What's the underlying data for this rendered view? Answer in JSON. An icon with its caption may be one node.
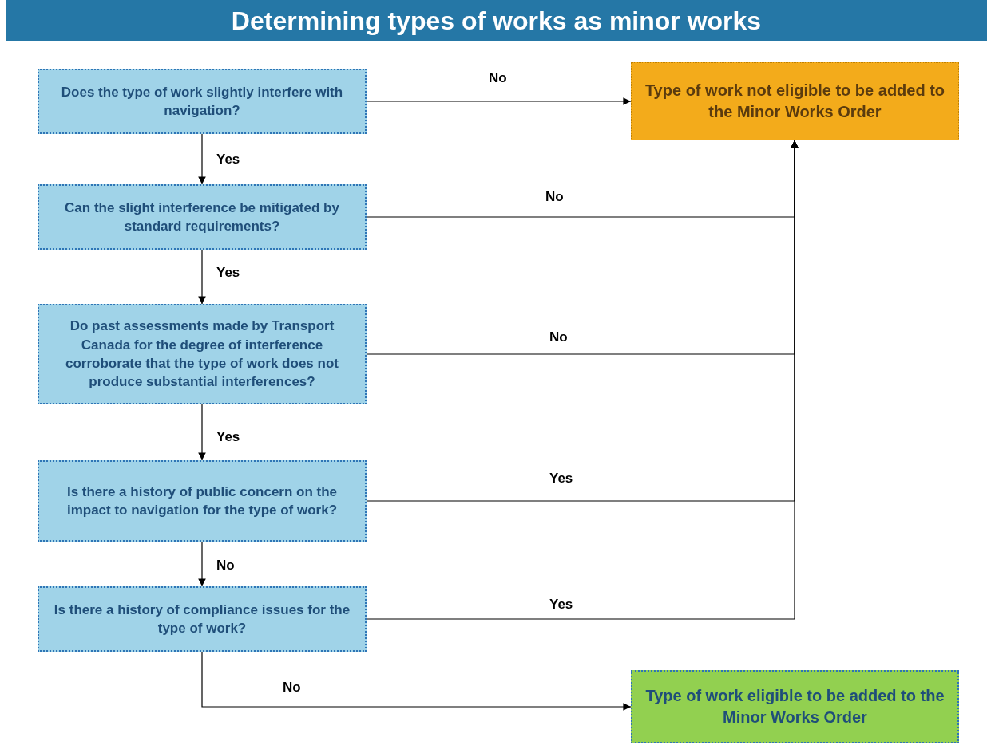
{
  "diagram": {
    "title": "Determining types of works as minor works",
    "nodes": [
      {
        "text": [
          "Does the type of work slightly interfere with navigation?"
        ]
      },
      {
        "text": [
          "Can the slight interference be mitigated by standard requirements?"
        ]
      },
      {
        "text": [
          "Do past assessments made by Transport Canada for the degree of interference corroborate that the type of work does not produce substantial interferences?"
        ]
      },
      {
        "text": [
          "Is there a history of public concern on the impact to navigation for the type of work?"
        ]
      },
      {
        "text": [
          "Is there a history of compliance issues for the type of work?"
        ]
      },
      {
        "text": [
          "Type of work not eligible to be added to the Minor Works Order"
        ]
      },
      {
        "text": [
          "Type of work eligible to be added to the Minor Works Order"
        ]
      }
    ],
    "edges": [
      {
        "from": 0,
        "to": 5,
        "arrow": "to",
        "label": "No"
      },
      {
        "from": 0,
        "to": 1,
        "arrow": "to",
        "label": "Yes"
      },
      {
        "from": 1,
        "to": 5,
        "arrow": "to",
        "label": "No"
      },
      {
        "from": 1,
        "to": 2,
        "arrow": "to",
        "label": "Yes"
      },
      {
        "from": 2,
        "to": 5,
        "arrow": "to",
        "label": "No"
      },
      {
        "from": 2,
        "to": 3,
        "arrow": "to",
        "label": "Yes"
      },
      {
        "from": 3,
        "to": 5,
        "arrow": "to",
        "label": "Yes"
      },
      {
        "from": 3,
        "to": 4,
        "arrow": "to",
        "label": "No"
      },
      {
        "from": 4,
        "to": 5,
        "arrow": "to",
        "label": "Yes"
      },
      {
        "from": 4,
        "to": 6,
        "arrow": "to",
        "label": "No"
      }
    ]
  }
}
